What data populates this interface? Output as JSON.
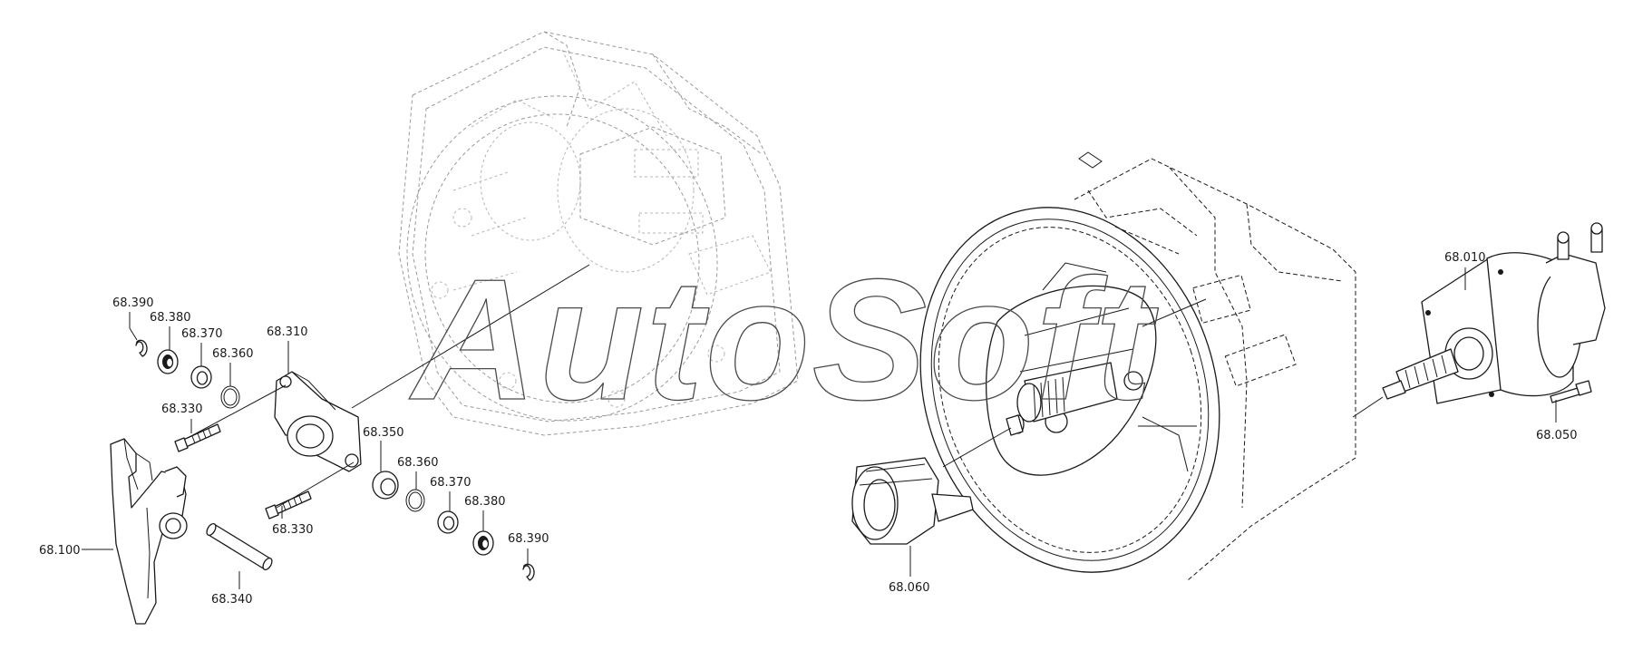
{
  "watermark": "AutoSoft",
  "labels": {
    "p68_390_a": "68.390",
    "p68_380_a": "68.380",
    "p68_370_a": "68.370",
    "p68_360_a": "68.360",
    "p68_310": "68.310",
    "p68_330_a": "68.330",
    "p68_350": "68.350",
    "p68_360_b": "68.360",
    "p68_370_b": "68.370",
    "p68_380_b": "68.380",
    "p68_390_b": "68.390",
    "p68_330_b": "68.330",
    "p68_100": "68.100",
    "p68_340": "68.340",
    "p68_060": "68.060",
    "p68_010": "68.010",
    "p68_050": "68.050"
  },
  "colors": {
    "line": "#1a1a1a",
    "ghost": "#9a9a9a",
    "background": "#ffffff"
  }
}
